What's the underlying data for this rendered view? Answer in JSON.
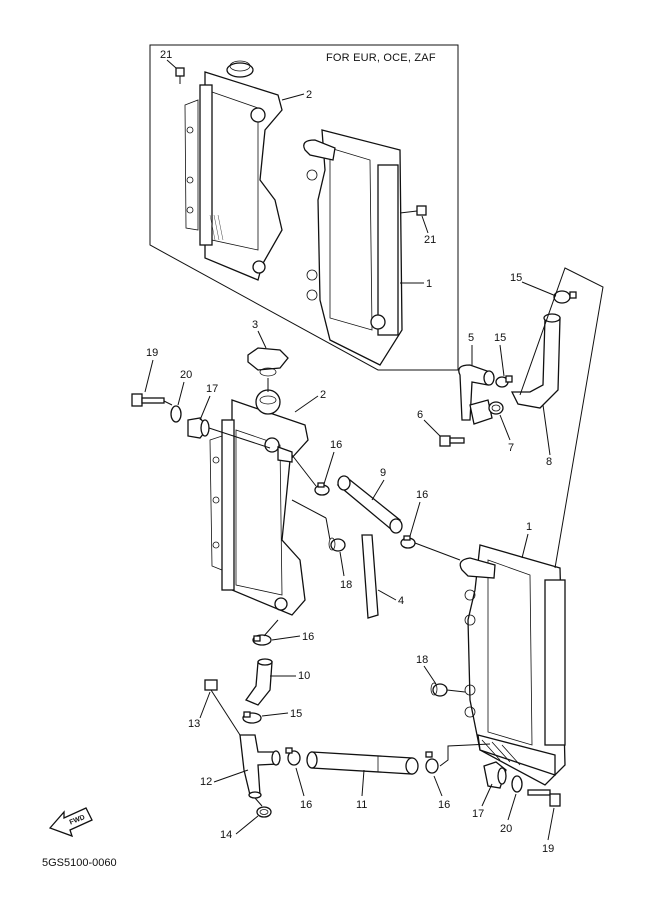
{
  "inset": {
    "note": "FOR EUR, OCE, ZAF",
    "labels": {
      "bolt_21_top": "21",
      "radiator_2": "2",
      "bolt_21_right": "21",
      "radiator_1": "1"
    }
  },
  "callouts": {
    "c1": "1",
    "c2": "2",
    "c3": "3",
    "c4": "4",
    "c5": "5",
    "c6": "6",
    "c7": "7",
    "c8": "8",
    "c9": "9",
    "c10": "10",
    "c11": "11",
    "c12": "12",
    "c13": "13",
    "c14": "14",
    "c15a": "15",
    "c15b": "15",
    "c15c": "15",
    "c16a": "16",
    "c16b": "16",
    "c16c": "16",
    "c16d": "16",
    "c16e": "16",
    "c17a": "17",
    "c17b": "17",
    "c18a": "18",
    "c18b": "18",
    "c19a": "19",
    "c19b": "19",
    "c20a": "20",
    "c20b": "20"
  },
  "fwd_label": "FWD",
  "drawing_code": "5GS5100-0060"
}
